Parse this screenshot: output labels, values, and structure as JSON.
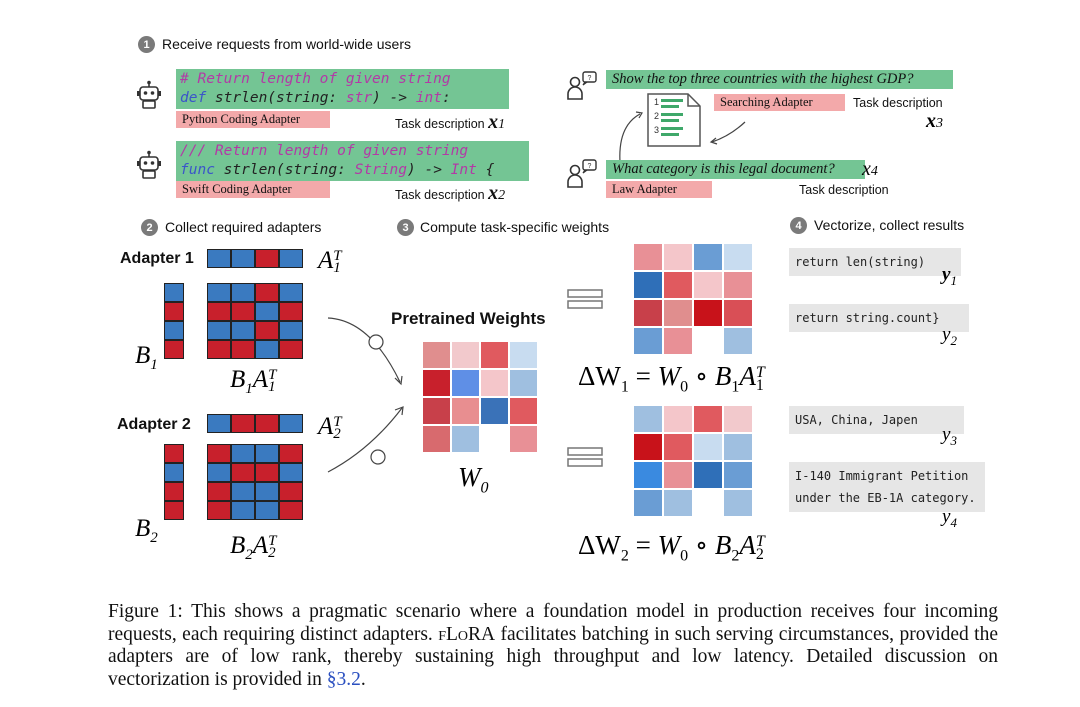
{
  "steps": {
    "s1": {
      "num": "1",
      "text": "Receive requests from world-wide users"
    },
    "s2": {
      "num": "2",
      "text": "Collect required adapters"
    },
    "s3": {
      "num": "3",
      "text": "Compute task-specific weights"
    },
    "s4": {
      "num": "4",
      "text": "Vectorize, collect results"
    }
  },
  "requests": {
    "python": {
      "line1": "# Return length of given string",
      "line2_kw": "def",
      "line2_rest": " strlen(string: ",
      "line2_type": "str",
      "line2_arrow": ") -> ",
      "line2_ret": "int",
      "line2_end": ":",
      "adapter": "Python Coding Adapter",
      "task": "Task description",
      "var": "x",
      "sub": "1"
    },
    "swift": {
      "line1": "/// Return length of given string",
      "line2_kw": "func",
      "line2_rest": " strlen(string: ",
      "line2_type": "String",
      "line2_arrow": ") -> ",
      "line2_ret": "Int",
      "line2_end": " {",
      "adapter": "Swift Coding Adapter",
      "task": "Task description",
      "var": "x",
      "sub": "2"
    },
    "gdp": {
      "question": "Show the top three countries with the highest GDP?",
      "adapter": "Searching Adapter",
      "task": "Task description",
      "var": "x",
      "sub": "3"
    },
    "legal": {
      "question": "What category is this legal document?",
      "adapter": "Law Adapter",
      "task": "Task description",
      "var": "x",
      "sub": "4"
    }
  },
  "adapters": {
    "a1": {
      "label": "Adapter 1",
      "A": "A",
      "Asub": "1",
      "Asup": "T",
      "B": "B",
      "Bsub": "1",
      "prod_B": "B",
      "prod_Bsub": "1",
      "prod_A": "A",
      "prod_Asub": "1",
      "prod_Asup": "T"
    },
    "a2": {
      "label": "Adapter 2",
      "A": "A",
      "Asub": "2",
      "Asup": "T",
      "B": "B",
      "Bsub": "2",
      "prod_B": "B",
      "prod_Bsub": "2",
      "prod_A": "A",
      "prod_Asub": "2",
      "prod_Asup": "T"
    }
  },
  "pretrained": {
    "label": "Pretrained Weights",
    "W": "W",
    "Wsub": "0"
  },
  "equations": {
    "e1": {
      "delta": "ΔW",
      "dsub": "1",
      "eq": " = ",
      "W": "W",
      "Wsub": "0",
      "op": " ∘ ",
      "B": "B",
      "Bsub": "1",
      "A": "A",
      "Asub": "1",
      "Asup": "T"
    },
    "e2": {
      "delta": "ΔW",
      "dsub": "2",
      "eq": " = ",
      "W": "W",
      "Wsub": "0",
      "op": " ∘ ",
      "B": "B",
      "Bsub": "2",
      "A": "A",
      "Asub": "2",
      "Asup": "T"
    }
  },
  "results": {
    "y1": {
      "text": "return len(string)",
      "var": "y",
      "sub": "1"
    },
    "y2": {
      "text": "return string.count}",
      "var": "y",
      "sub": "2"
    },
    "y3": {
      "text": "USA, China, Japen",
      "var": "y",
      "sub": "3"
    },
    "y4": {
      "line1": "I-140 Immigrant Petition",
      "line2": "under the EB-1A category.",
      "var": "y",
      "sub": "4"
    }
  },
  "caption": {
    "part1": "Figure 1: This shows a pragmatic scenario where a foundation model in production receives four incoming requests, each requiring distinct adapters.  ",
    "flora": "fLoRA",
    "part2": " facilitates batching in such serving circumstances, provided the adapters are of low rank, thereby sustaining high throughput and low latency. Detailed discussion on vectorization is provided in ",
    "ref": "§3.2",
    "part3": "."
  },
  "colors": {
    "red": "#c8202c",
    "blue": "#3a7ac0",
    "green": "#74c594",
    "pink": "#f3a9aa"
  },
  "icons": [
    "robot-icon",
    "user-chat-icon",
    "document-icon"
  ]
}
